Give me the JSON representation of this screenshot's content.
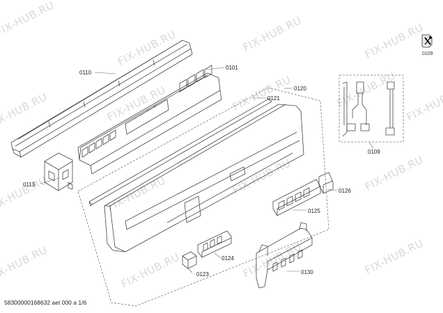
{
  "watermark": "FIX-HUB.RU",
  "labels": {
    "p0110": "0110",
    "p0101": "0101",
    "p0121": "0121",
    "p0120": "0120",
    "p0113": "0113",
    "p0109": "0109",
    "p0126": "0126",
    "p0125": "0125",
    "p0124": "0124",
    "p0123": "0123",
    "p0130": "0130",
    "tool": "0109"
  },
  "footer": "58300000168632 aet 000 a 1/6",
  "icons": {
    "tool": "wrench-screwdriver-icon"
  },
  "colors": {
    "line": "#444444",
    "watermark": "#d9d9d9"
  }
}
